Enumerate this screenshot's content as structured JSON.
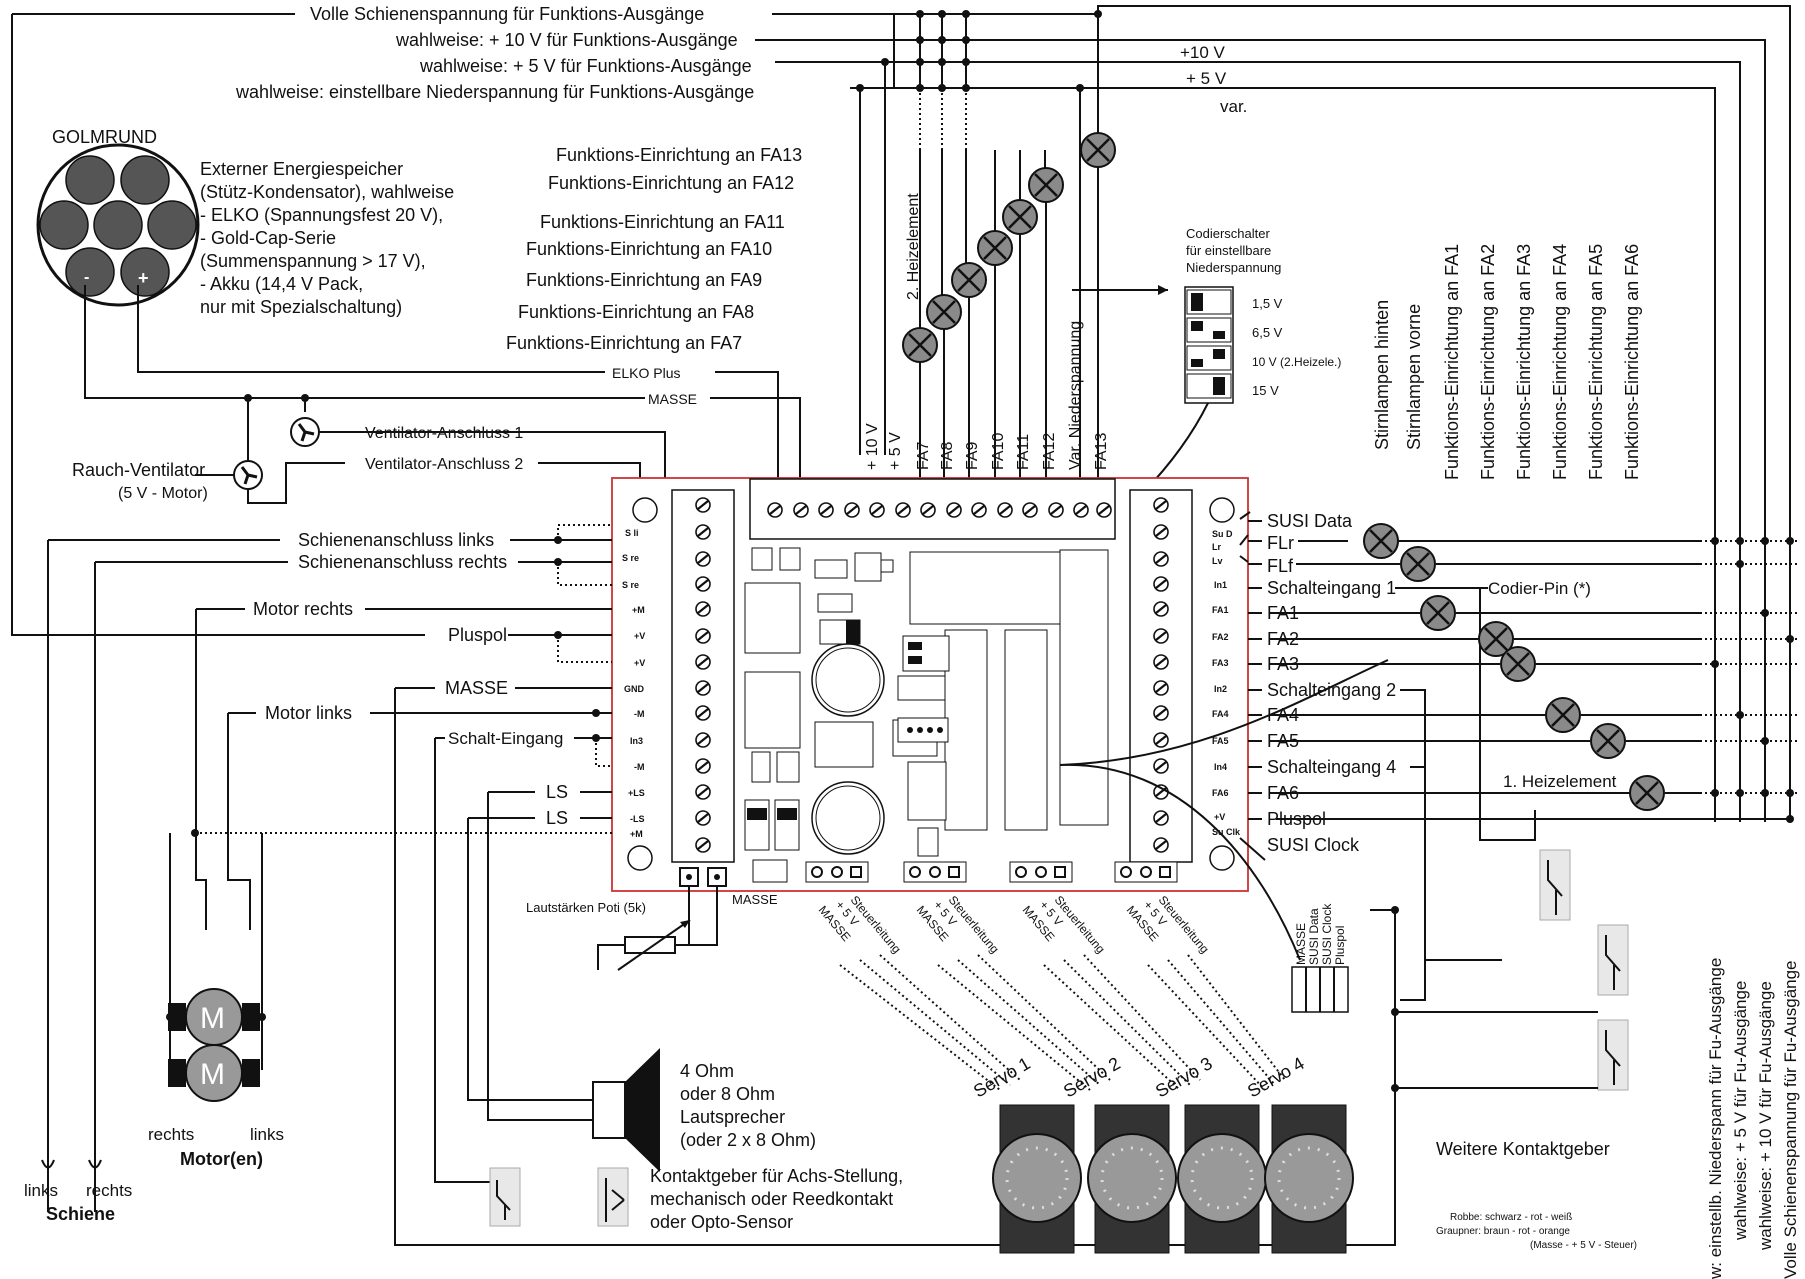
{
  "top_wires": {
    "volle": "Volle Schienenspannung für Funktions-Ausgänge",
    "opt10": "wahlweise: + 10 V  für Funktions-Ausgänge",
    "opt5": "wahlweise:   + 5 V  für Funktions-Ausgänge",
    "optvar": "wahlweise: einstellbare Niederspannung  für Funktions-Ausgänge",
    "rail_10": "+10 V",
    "rail_5": "+ 5 V",
    "rail_var": "var."
  },
  "battery": {
    "title": "GOLMRUND",
    "minus": "-",
    "plus": "+",
    "desc": [
      "Externer Energiespeicher",
      "(Stütz-Kondensator), wahlweise",
      "- ELKO (Spannungsfest 20 V),",
      "- Gold-Cap-Serie",
      "   (Summenspannung > 17 V),",
      "- Akku (14,4 V Pack,",
      "     nur mit Spezialschaltung)"
    ],
    "elko_plus": "ELKO Plus",
    "masse": "MASSE"
  },
  "functions_left": [
    "Funktions-Einrichtung an FA13",
    "Funktions-Einrichtung an FA12",
    "Funktions-Einrichtung an FA11",
    "Funktions-Einrichtung an FA10",
    "Funktions-Einrichtung an FA9",
    "Funktions-Einrichtung an FA8",
    "Funktions-Einrichtung an FA7"
  ],
  "heizelement2": "2. Heizelement",
  "var_nieder": "Var. Niederspannung",
  "top_pins": [
    "+ 10 V",
    "+ 5 V",
    "FA7",
    "FA8",
    "FA9",
    "FA10",
    "FA11",
    "FA12",
    "Var. Niederspannung",
    "FA13"
  ],
  "codier": {
    "title": [
      "Codierschalter",
      "für einstellbare",
      "Niederspannung"
    ],
    "options": [
      "1,5 V",
      "6,5 V",
      "10 V (2.Heizele.)",
      "15 V"
    ]
  },
  "functions_right": [
    "Stirnlampen hinten",
    "Stirnlampen vorne",
    "Funktions-Einrichtung an FA1",
    "Funktions-Einrichtung an FA2",
    "Funktions-Einrichtung an FA3",
    "Funktions-Einrichtung an FA4",
    "Funktions-Einrichtung an FA5",
    "Funktions-Einrichtung an FA6"
  ],
  "fan": {
    "label": "Rauch-Ventilator",
    "sub": "(5 V - Motor)",
    "v1": "Ventilator-Anschluss 1",
    "v2": "Ventilator-Anschluss 2"
  },
  "left_wires": {
    "schiene_links": "Schienenanschluss links",
    "schiene_rechts": "Schienenanschluss rechts",
    "motor_rechts": "Motor rechts",
    "pluspol": "Pluspol",
    "masse": "MASSE",
    "motor_links": "Motor links",
    "schalt_eingang": "Schalt-Eingang",
    "ls1": "LS",
    "ls2": "LS"
  },
  "left_pins": [
    "S li",
    "S re",
    "S re",
    "+M",
    "+V",
    "+V",
    "GND",
    "-M",
    "In3",
    "-M",
    "+LS",
    "-LS",
    "+M"
  ],
  "right_pins": [
    "Su D",
    "Lr",
    "Lv",
    "In1",
    "FA1",
    "FA2",
    "FA3",
    "In2",
    "FA4",
    "FA5",
    "In4",
    "FA6",
    "+V",
    "Su Clk"
  ],
  "right_labels": [
    "SUSI Data",
    "FLr",
    "FLf",
    "Schalteingang 1",
    "FA1",
    "FA2",
    "FA3",
    "Schalteingang 2",
    "FA4",
    "FA5",
    "Schalteingang 4",
    "FA6",
    "Pluspol",
    "SUSI Clock"
  ],
  "codier_pin": "Codier-Pin (*)",
  "heizelement1": "1. Heizelement",
  "poti": "Lautstärken Poti (5k)",
  "poti_masse": "MASSE",
  "servo_pins": [
    "Steuerleitung",
    "+ 5 V",
    "MASSE"
  ],
  "susi_pins": [
    "MASSE",
    "SUSI Data",
    "SUSI Clock",
    "Pluspol"
  ],
  "servos": [
    "Servo 1",
    "Servo 2",
    "Servo 3",
    "Servo 4"
  ],
  "speaker": [
    "4 Ohm",
    "oder 8 Ohm",
    "Lautsprecher",
    "(oder 2 x 8 Ohm)"
  ],
  "motors": {
    "m": "M",
    "rechts": "rechts",
    "links": "links",
    "title": "Motor(en)"
  },
  "rails": {
    "links": "links",
    "rechts": "rechts",
    "title": "Schiene"
  },
  "kontakt": [
    "Kontaktgeber für Achs-Stellung,",
    "mechanisch oder Reedkontakt",
    "oder Opto-Sensor"
  ],
  "weitere": "Weitere Kontaktgeber",
  "servo_colors": {
    "robbe": "Robbe:  schwarz  -  rot  -  weiß",
    "graupner": "Graupner:  braun   -  rot  -  orange",
    "mapping": "(Masse   - + 5 V - Steuer)"
  },
  "vertical_right": [
    "w: einstellb. Niederspann  für Fu-Ausgänge",
    "wahlweise:  + 5 V  für Fu-Ausgänge",
    "wahlweise:  + 10 V  für Fu-Ausgänge",
    "Volle Schienenspannung für Fu-Ausgänge"
  ]
}
